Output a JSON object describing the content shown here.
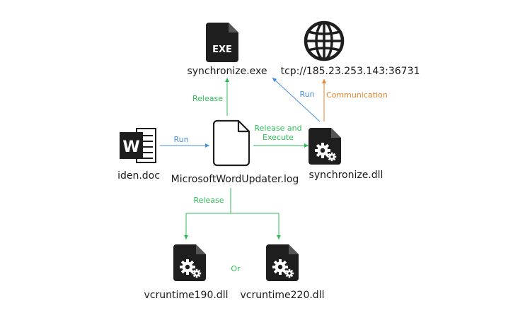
{
  "colors": {
    "run": "#4a90d9",
    "release": "#2ebd59",
    "communication": "#e8832a",
    "icon": "#1e1e1e",
    "text": "#1a1a1a"
  },
  "nodes": {
    "exe": {
      "label": "synchronize.exe",
      "icon": "exe-file-icon",
      "icon_text": "EXE"
    },
    "c2": {
      "label": "tcp://185.23.253.143:36731",
      "icon": "globe-icon"
    },
    "doc": {
      "label": "iden.doc",
      "icon": "word-document-icon"
    },
    "log": {
      "label": "MicrosoftWordUpdater.log",
      "icon": "blank-file-icon"
    },
    "dll": {
      "label": "synchronize.dll",
      "icon": "gear-file-icon"
    },
    "vc190": {
      "label": "vcruntime190.dll",
      "icon": "gear-file-icon"
    },
    "vc220": {
      "label": "vcruntime220.dll",
      "icon": "gear-file-icon"
    }
  },
  "edges": {
    "doc_to_log": {
      "label": "Run",
      "kind": "run"
    },
    "log_to_exe": {
      "label": "Release",
      "kind": "release"
    },
    "log_to_dll": {
      "label_line1": "Release and",
      "label_line2": "Execute",
      "kind": "release"
    },
    "dll_to_exe": {
      "label": "Run",
      "kind": "run"
    },
    "dll_to_c2": {
      "label": "Communication",
      "kind": "communication"
    },
    "log_to_runtimes": {
      "label": "Release",
      "kind": "release"
    }
  },
  "or_label": "Or"
}
